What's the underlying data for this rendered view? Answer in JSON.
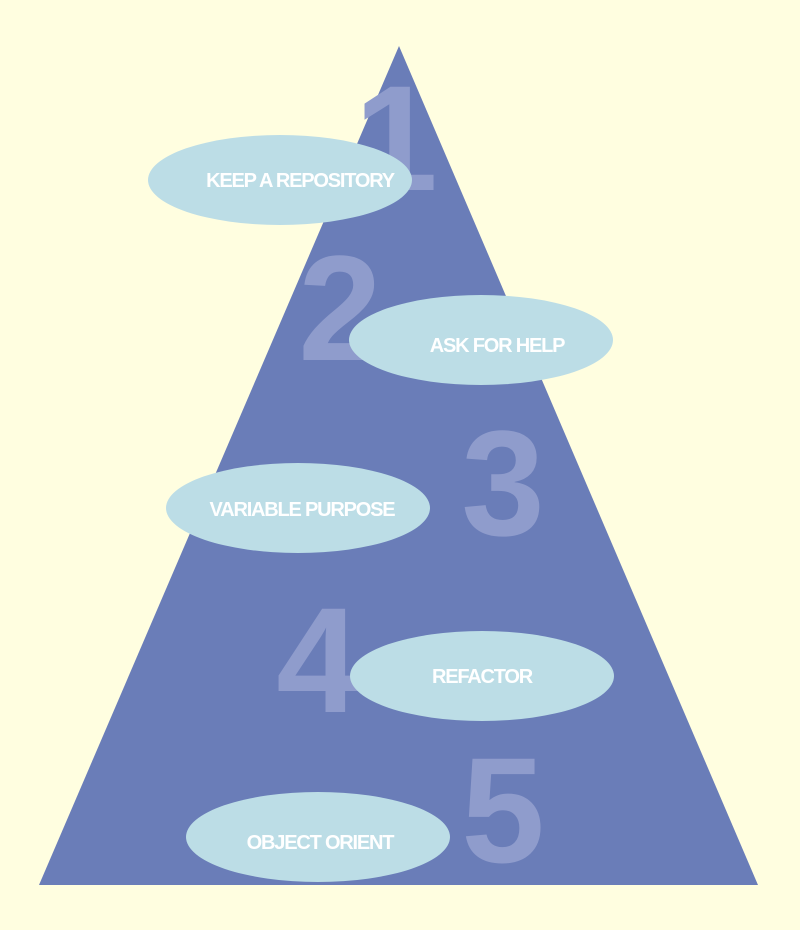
{
  "colors": {
    "background": "#fffee0",
    "pyramid": "#6a7db8",
    "numbers": "#8f9ccc",
    "ellipse": "#bcdde6",
    "label_text": "#ffffff"
  },
  "levels": [
    {
      "number": "1",
      "label": "KEEP A REPOSITORY"
    },
    {
      "number": "2",
      "label": "ASK FOR HELP"
    },
    {
      "number": "3",
      "label": "VARIABLE PURPOSE"
    },
    {
      "number": "4",
      "label": "REFACTOR"
    },
    {
      "number": "5",
      "label": "OBJECT ORIENT"
    }
  ]
}
